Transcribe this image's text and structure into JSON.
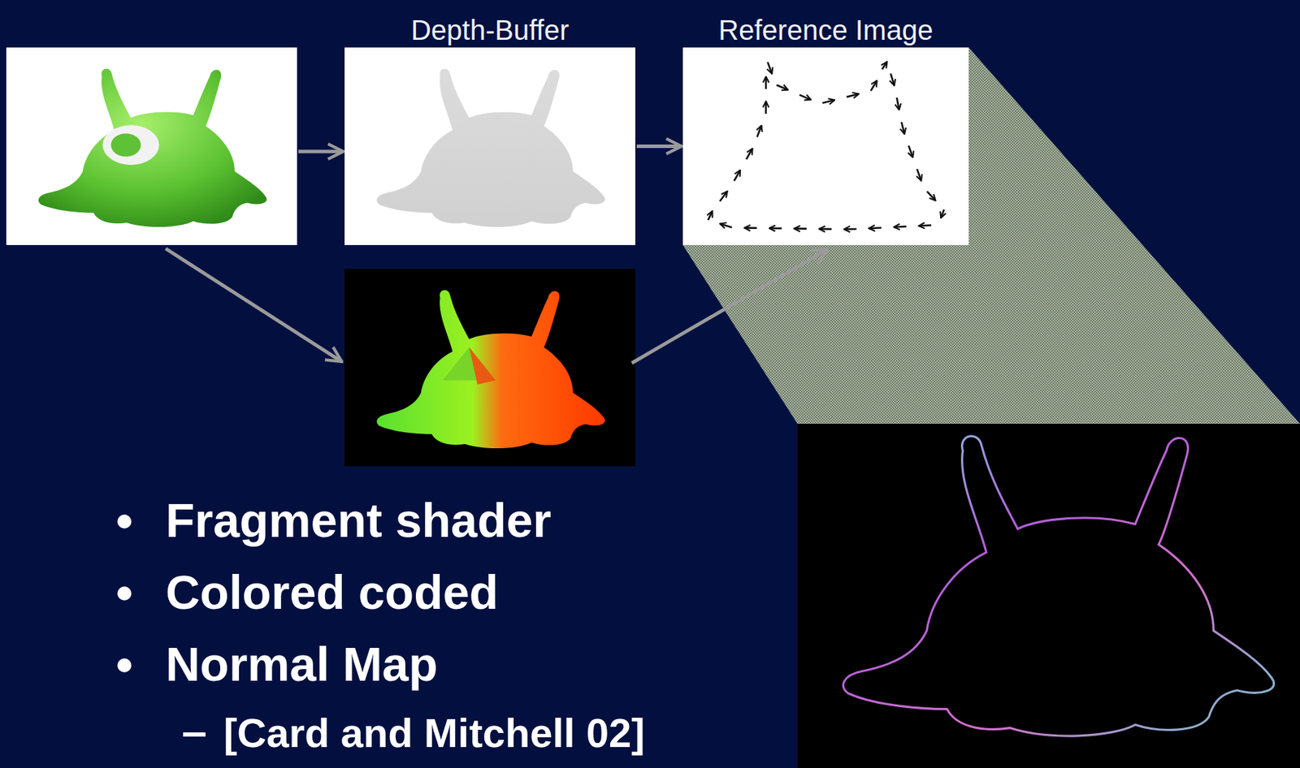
{
  "diagram": {
    "nodes": [
      {
        "text": [
          "Depth-Buffer"
        ]
      },
      {
        "text": [
          "Reference Image"
        ]
      }
    ],
    "edges": [
      {
        "from": 0,
        "to": 1,
        "arrow": "to"
      }
    ],
    "labels": [
      "Fragment shader",
      "Colored coded",
      "Normal Map",
      "[Card and Mitchell 02]"
    ]
  }
}
